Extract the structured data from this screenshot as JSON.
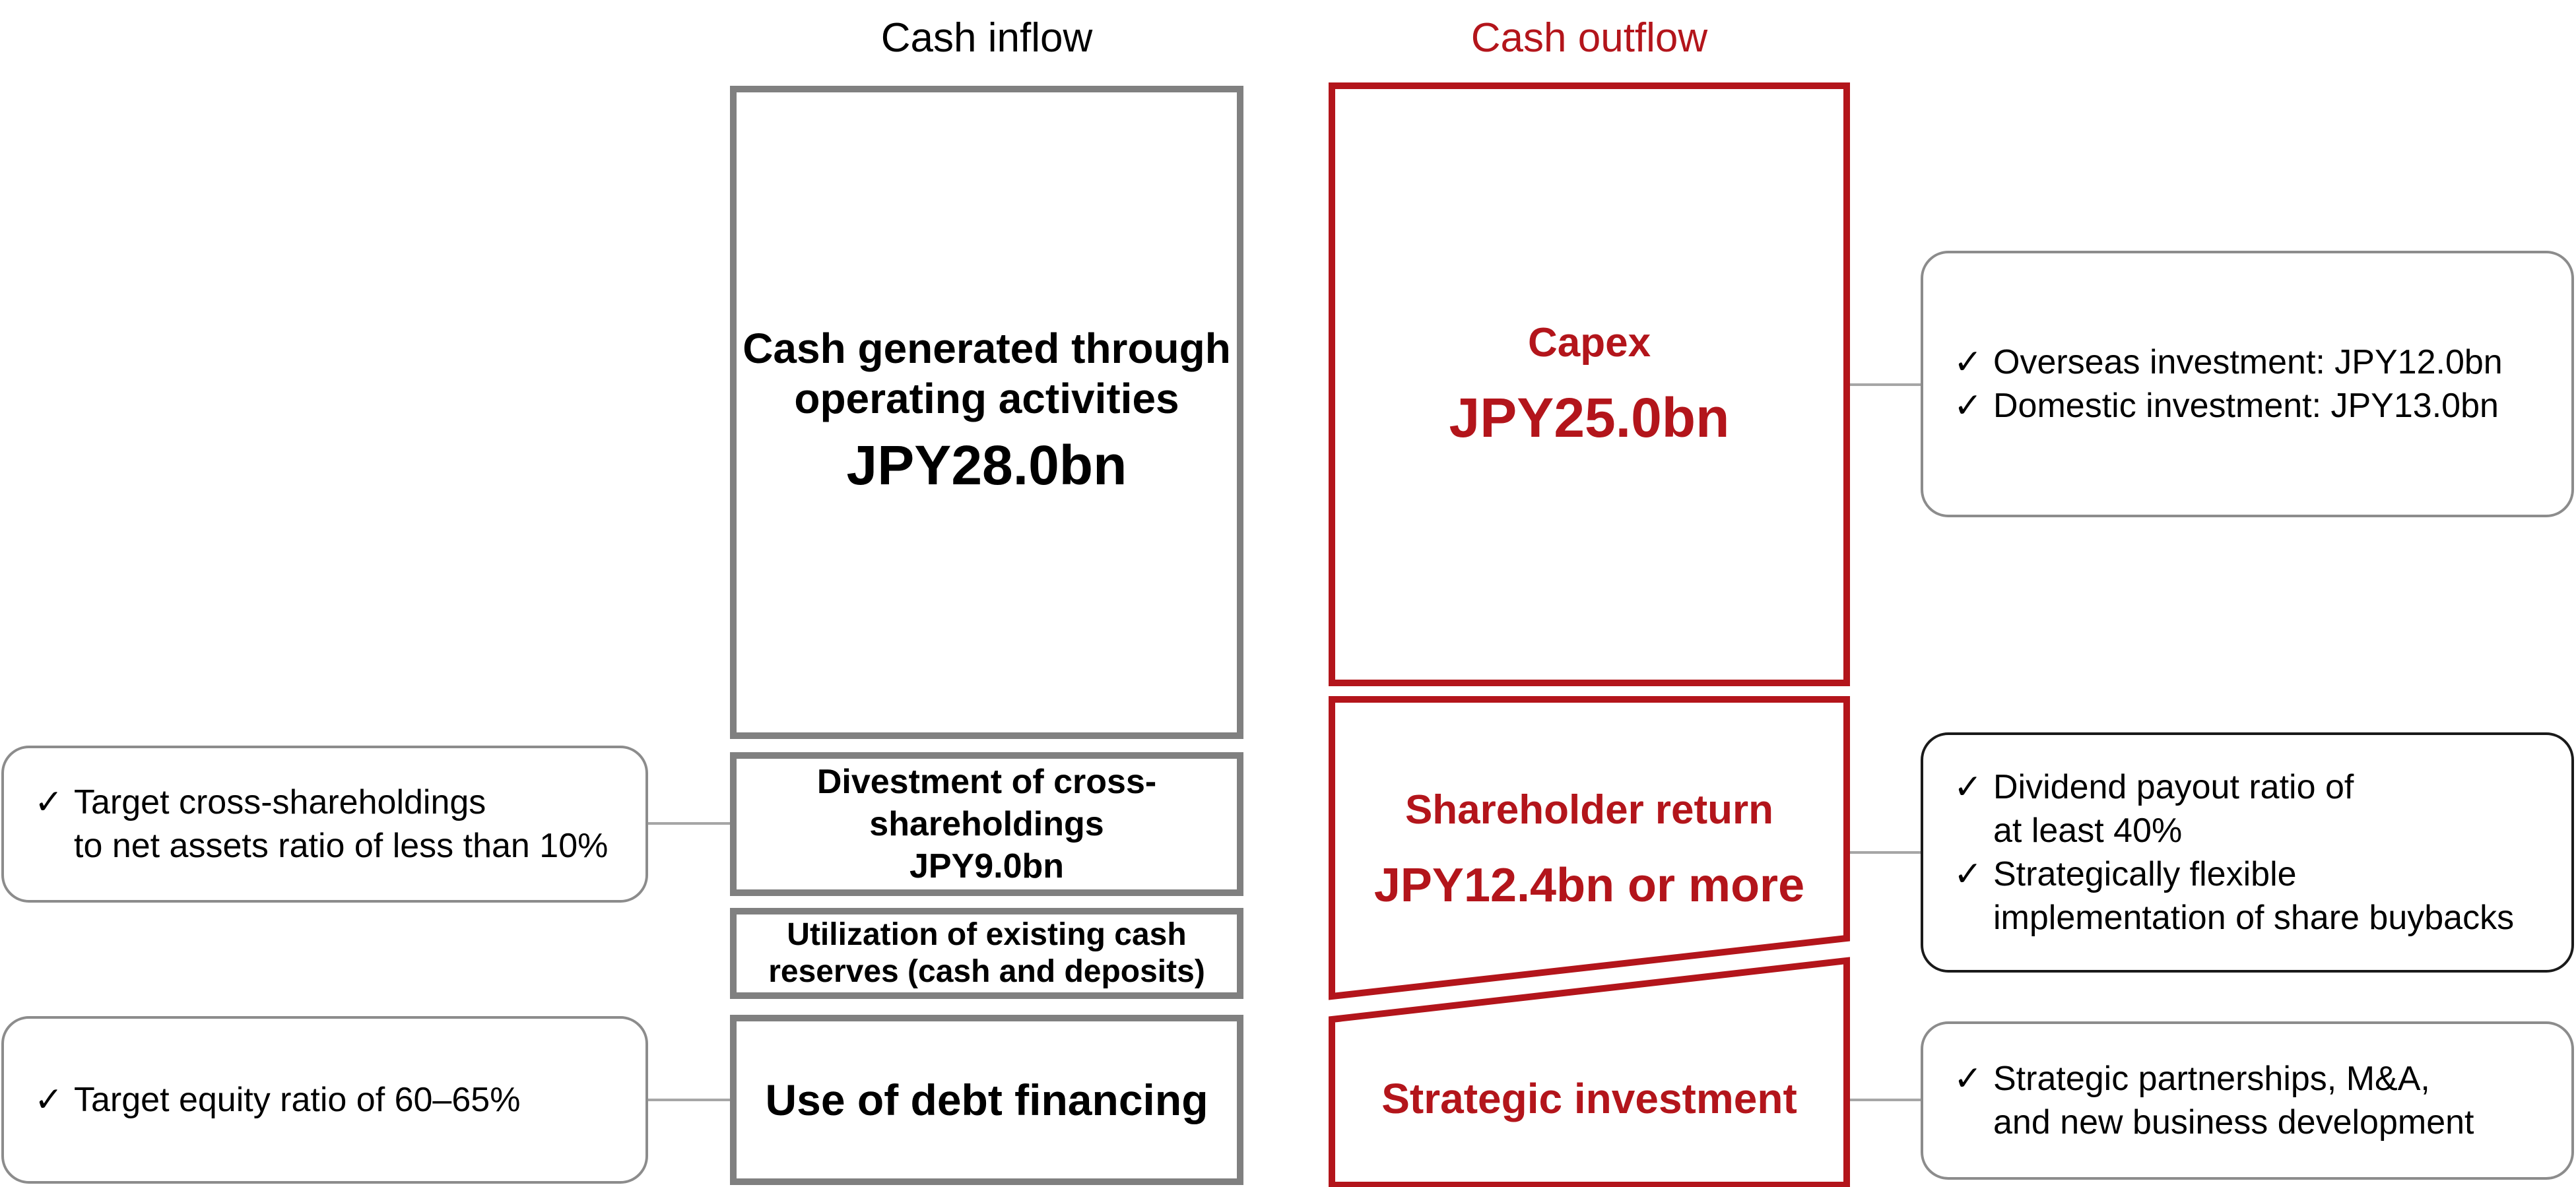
{
  "headers": {
    "inflow": "Cash inflow",
    "outflow": "Cash outflow"
  },
  "colors": {
    "inflow_border": "#808080",
    "outflow_accent": "#b3151b",
    "note_border": "#8c8c8c",
    "connector": "#a6a6a6"
  },
  "inflow": {
    "operating": {
      "line1": "Cash generated through",
      "line2": "operating activities",
      "amount": "JPY28.0bn"
    },
    "divestment": {
      "line1": "Divestment of cross-",
      "line2": "shareholdings",
      "amount": "JPY9.0bn"
    },
    "reserves": {
      "line1": "Utilization of existing cash",
      "line2": "reserves (cash and deposits)"
    },
    "debt": {
      "label": "Use of debt financing"
    }
  },
  "outflow": {
    "capex": {
      "label": "Capex",
      "amount": "JPY25.0bn"
    },
    "shareholder": {
      "label": "Shareholder return",
      "amount": "JPY12.4bn or more"
    },
    "strategic": {
      "label": "Strategic investment"
    }
  },
  "notes": {
    "cross": {
      "check": "✓",
      "line1": "Target cross-shareholdings",
      "line2": "to net assets ratio of less than 10%"
    },
    "equity": {
      "check": "✓",
      "line1": "Target equity ratio of 60–65%"
    },
    "capex": {
      "check": "✓",
      "items": [
        "Overseas investment: JPY12.0bn",
        "Domestic investment: JPY13.0bn"
      ]
    },
    "dividend": {
      "check": "✓",
      "items": [
        {
          "line1": "Dividend payout ratio of",
          "line2": "at least 40%"
        },
        {
          "line1": "Strategically flexible",
          "line2": "implementation of share buybacks"
        }
      ]
    },
    "strategic": {
      "check": "✓",
      "line1": "Strategic partnerships, M&A,",
      "line2": "and new business development"
    }
  }
}
